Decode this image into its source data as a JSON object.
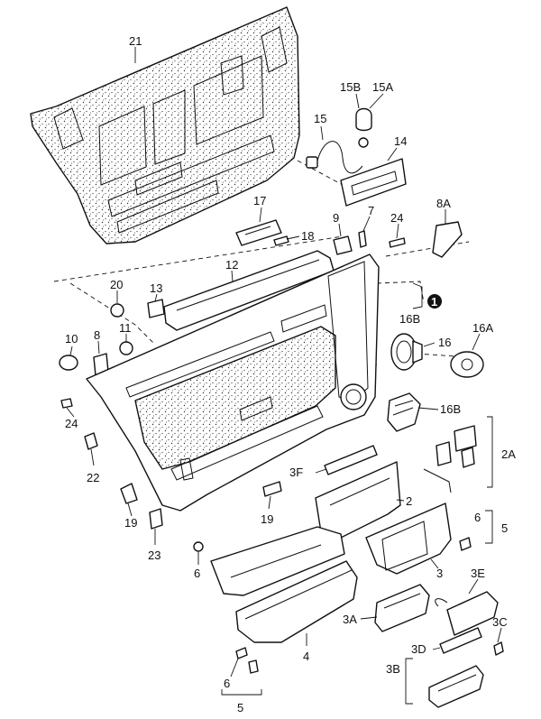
{
  "labels": {
    "p21": "21",
    "p15b": "15B",
    "p15a": "15A",
    "p15": "15",
    "p14": "14",
    "p17": "17",
    "p18": "18",
    "p9": "9",
    "p7": "7",
    "p24a": "24",
    "p8a": "8A",
    "p12": "12",
    "p20": "20",
    "p13": "13",
    "p1": "1",
    "p16b_top": "16B",
    "p16a": "16A",
    "p16": "16",
    "p10": "10",
    "p8": "8",
    "p11": "11",
    "p24b": "24",
    "p16b": "16B",
    "p2a": "2A",
    "p22": "22",
    "p3f": "3F",
    "p2": "2",
    "p19a": "19",
    "p19b": "19",
    "p23": "23",
    "p6a": "6",
    "p5a": "5",
    "p6b": "6",
    "p3": "3",
    "p3e": "3E",
    "p3a": "3A",
    "p3c": "3C",
    "p4": "4",
    "p3d": "3D",
    "p3b": "3B",
    "p6c": "6",
    "p5b": "5"
  }
}
